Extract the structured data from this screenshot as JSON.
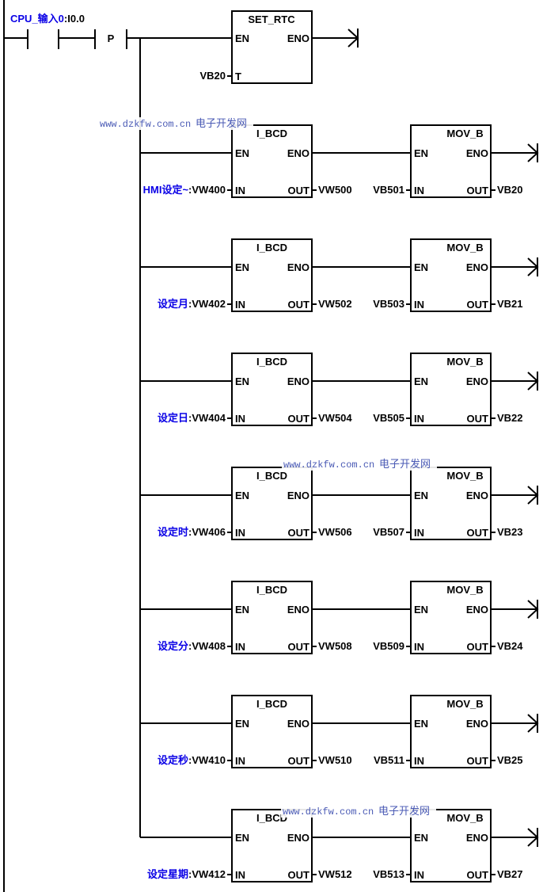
{
  "diagram": {
    "type": "ladder-logic",
    "input_contact": {
      "symbol_name": "CPU_输入0",
      "address": ":I0.0"
    },
    "edge_contact": {
      "label": "P"
    },
    "set_rtc": {
      "title": "SET_RTC",
      "pins": {
        "en": "EN",
        "eno": "ENO",
        "t": "T"
      },
      "t_operand": "VB20"
    },
    "rungs": [
      {
        "in_symbol": "HMI设定~",
        "in_address": ":VW400",
        "bcd_out": "VW500",
        "mov_in": "VB501",
        "mov_out": "VB20"
      },
      {
        "in_symbol": "设定月",
        "in_address": ":VW402",
        "bcd_out": "VW502",
        "mov_in": "VB503",
        "mov_out": "VB21"
      },
      {
        "in_symbol": "设定日",
        "in_address": ":VW404",
        "bcd_out": "VW504",
        "mov_in": "VB505",
        "mov_out": "VB22"
      },
      {
        "in_symbol": "设定时",
        "in_address": ":VW406",
        "bcd_out": "VW506",
        "mov_in": "VB507",
        "mov_out": "VB23"
      },
      {
        "in_symbol": "设定分",
        "in_address": ":VW408",
        "bcd_out": "VW508",
        "mov_in": "VB509",
        "mov_out": "VB24"
      },
      {
        "in_symbol": "设定秒",
        "in_address": ":VW410",
        "bcd_out": "VW510",
        "mov_in": "VB511",
        "mov_out": "VB25"
      },
      {
        "in_symbol": "设定星期",
        "in_address": ":VW412",
        "bcd_out": "VW512",
        "mov_in": "VB513",
        "mov_out": "VB27"
      }
    ],
    "bcd_block": {
      "title": "I_BCD",
      "pins": {
        "en": "EN",
        "eno": "ENO",
        "in": "IN",
        "out": "OUT"
      }
    },
    "mov_block": {
      "title": "MOV_B",
      "pins": {
        "en": "EN",
        "eno": "ENO",
        "in": "IN",
        "out": "OUT"
      }
    },
    "watermark": {
      "url": "www.dzkfw.com.cn",
      "site": "电子开发网"
    },
    "watermark_rung_indices": [
      0,
      3,
      6
    ],
    "colors": {
      "symbol": "#0a00e6",
      "operand": "#000000",
      "wire": "#000000",
      "watermark": "#2a3da8"
    }
  }
}
